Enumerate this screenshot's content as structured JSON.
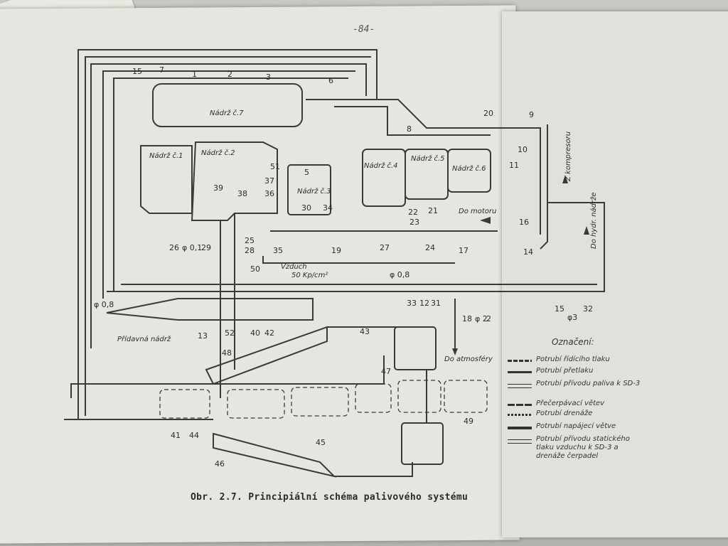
{
  "page_number": "-84-",
  "caption": "Obr. 2.7. Principiální schéma palivového systému",
  "tanks": {
    "t1": "Nádrž č.1",
    "t2": "Nádrž č.2",
    "t3": "Nádrž č.3",
    "t4": "Nádrž č.4",
    "t5": "Nádrž č.5",
    "t6": "Nádrž č.6",
    "t7": "Nádrž č.7",
    "aux": "Přídavná nádrž"
  },
  "annotations": {
    "to_motor": "Do motoru",
    "to_atmosphere": "Do atmosféry",
    "air": "Vzduch",
    "air_pressure": "50 Kp/cm²",
    "from_compressor": "Z kompresoru",
    "to_hydraulics": "Do hydr. nádrže"
  },
  "numbers": [
    "1",
    "2",
    "3",
    "6",
    "7",
    "15",
    "20",
    "9",
    "8",
    "10",
    "11",
    "5",
    "51",
    "37",
    "36",
    "39",
    "38",
    "30",
    "34",
    "22",
    "23",
    "21",
    "16",
    "14",
    "17",
    "24",
    "26",
    "29",
    "25",
    "28",
    "35",
    "19",
    "27",
    "50",
    "33",
    "12",
    "31",
    "18",
    "2",
    "15",
    "32",
    "13",
    "52",
    "40",
    "42",
    "43",
    "47",
    "48",
    "41",
    "44",
    "45",
    "46",
    "49"
  ],
  "diameters": {
    "d08a": "φ 0,8",
    "d08b": "φ 0,8",
    "d01": "φ 0,1",
    "d2": "φ 2",
    "d3": "φ3"
  },
  "legend": {
    "title": "Označení:",
    "items": [
      "Potrubí řídícího tlaku",
      "Potrubí přetlaku",
      "Potrubí přívodu paliva k SD-3",
      "Přečerpávací větev",
      "Potrubí drenáže",
      "Potrubí napájecí větve",
      "Potrubí přívodu statického tlaku vzduchu k SD-3 a drenáže čerpadel"
    ]
  }
}
